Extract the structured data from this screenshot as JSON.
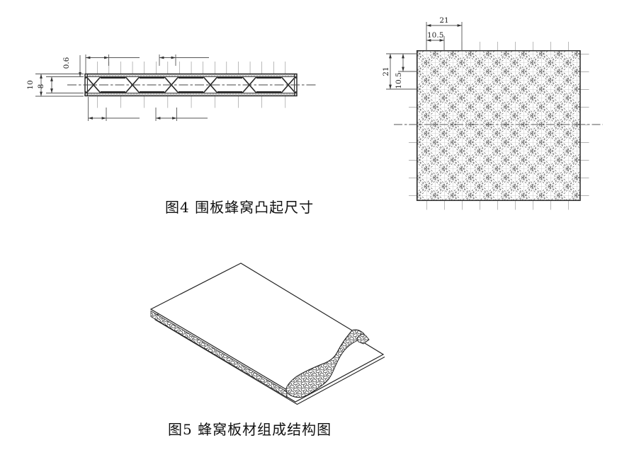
{
  "figure4": {
    "caption": "图4 围板蜂窝凸起尺寸",
    "section_dims": {
      "skin_thickness": "0.6",
      "total_height": "10",
      "core_height": "8"
    },
    "pattern_dims": {
      "pitch_horizontal": "21",
      "half_pitch_horizontal": "10.5",
      "pitch_vertical": "21",
      "half_pitch_vertical": "10.5"
    }
  },
  "figure5": {
    "caption": "图5 蜂窝板材组成结构图"
  },
  "colors": {
    "line": "#2a2a2a",
    "dimension": "#555555",
    "grid": "#999999",
    "background": "#ffffff"
  }
}
